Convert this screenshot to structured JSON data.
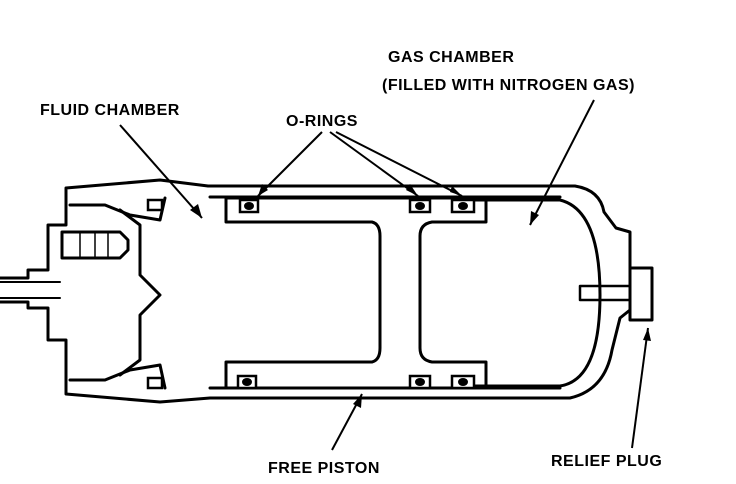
{
  "labels": {
    "gas_chamber_line1": "GAS CHAMBER",
    "gas_chamber_line2": "(FILLED WITH NITROGEN GAS)",
    "fluid_chamber": "FLUID CHAMBER",
    "o_rings": "O-RINGS",
    "free_piston": "FREE PISTON",
    "relief_plug": "RELIEF PLUG"
  },
  "colors": {
    "ink": "#000000",
    "paper": "#ffffff"
  }
}
